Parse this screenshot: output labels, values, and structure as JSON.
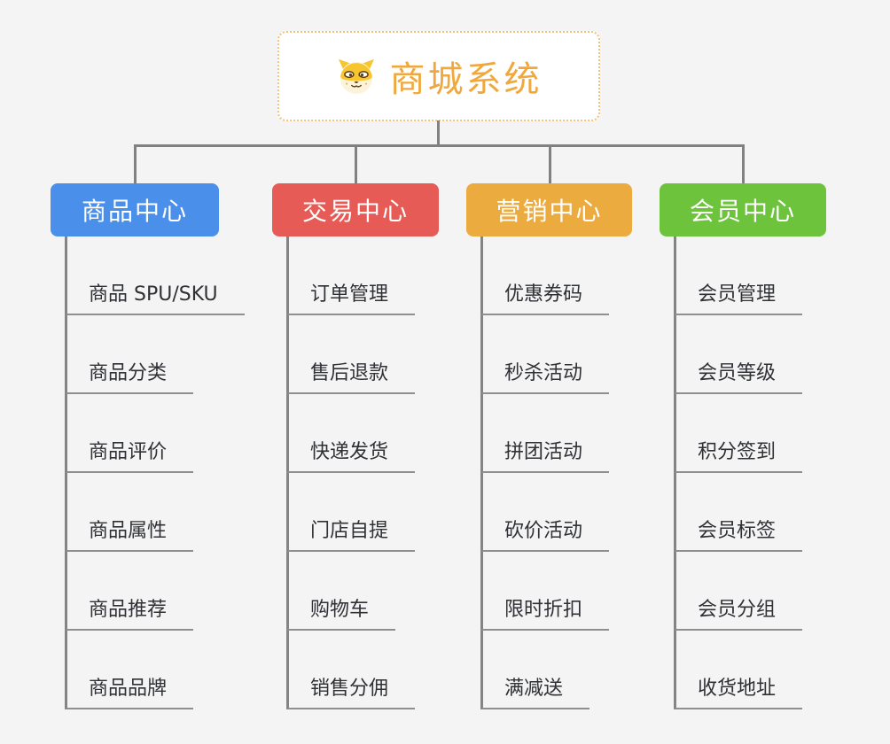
{
  "page": {
    "background": "#f5f4f5",
    "connector_color": "#818181"
  },
  "root": {
    "title": "商城系统",
    "icon": "dog-face-icon",
    "text_color": "#f0a83c",
    "border_color": "#f2c27d"
  },
  "branches": [
    {
      "id": "product-center",
      "label": "商品中心",
      "color": "#4a8fe9",
      "children": [
        "商品 SPU/SKU",
        "商品分类",
        "商品评价",
        "商品属性",
        "商品推荐",
        "商品品牌"
      ]
    },
    {
      "id": "trade-center",
      "label": "交易中心",
      "color": "#e65b56",
      "children": [
        "订单管理",
        "售后退款",
        "快递发货",
        "门店自提",
        "购物车",
        "销售分佣"
      ]
    },
    {
      "id": "marketing-center",
      "label": "营销中心",
      "color": "#ecab3e",
      "children": [
        "优惠券码",
        "秒杀活动",
        "拼团活动",
        "砍价活动",
        "限时折扣",
        "满减送"
      ]
    },
    {
      "id": "member-center",
      "label": "会员中心",
      "color": "#6dc43c",
      "children": [
        "会员管理",
        "会员等级",
        "积分签到",
        "会员标签",
        "会员分组",
        "收货地址"
      ]
    }
  ]
}
